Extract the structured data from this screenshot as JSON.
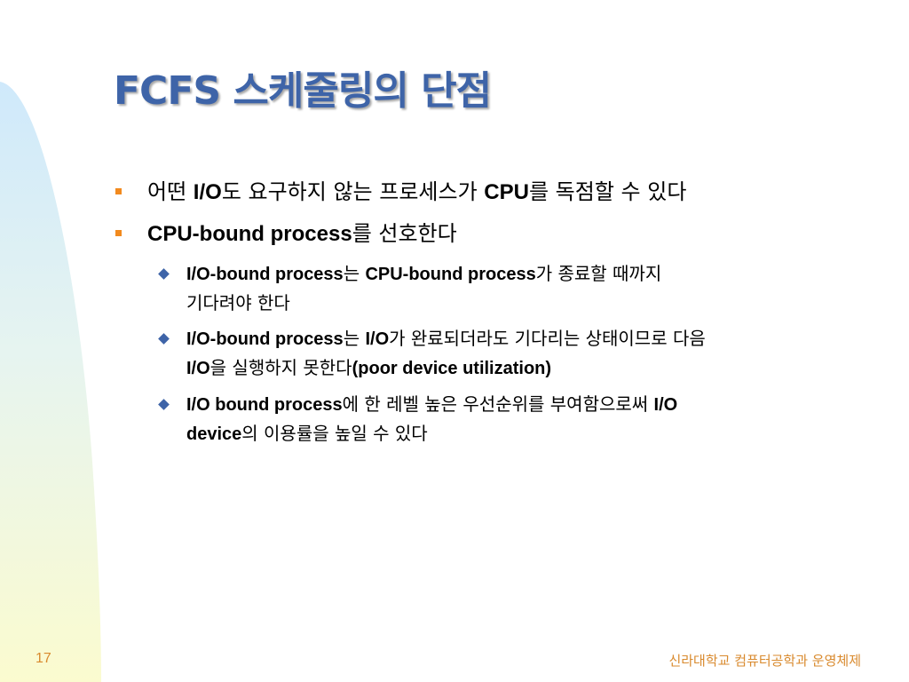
{
  "slide": {
    "title": "FCFS 스케줄링의 단점",
    "page_number": "17",
    "footer": "신라대학교 컴퓨터공학과 운영체제"
  },
  "bullets": [
    {
      "parts": [
        {
          "text": "어떤 ",
          "style": "ko"
        },
        {
          "text": "I/O",
          "style": "en"
        },
        {
          "text": "도 요구하지 않는 프로세스가 ",
          "style": "ko"
        },
        {
          "text": "CPU",
          "style": "en"
        },
        {
          "text": "를 독점할 수 있다",
          "style": "ko"
        }
      ]
    },
    {
      "parts": [
        {
          "text": "CPU-bound process",
          "style": "en"
        },
        {
          "text": "를 선호한다",
          "style": "ko"
        }
      ],
      "sub": [
        {
          "parts": [
            {
              "text": "I/O-bound process",
              "style": "en"
            },
            {
              "text": "는 ",
              "style": "ko"
            },
            {
              "text": "CPU-bound process",
              "style": "en"
            },
            {
              "text": "가 종료할 때까지",
              "style": "ko"
            },
            {
              "text": "\n",
              "style": "br"
            },
            {
              "text": "기다려야 한다",
              "style": "ko"
            }
          ]
        },
        {
          "parts": [
            {
              "text": "I/O-bound process",
              "style": "en"
            },
            {
              "text": "는 ",
              "style": "ko"
            },
            {
              "text": "I/O",
              "style": "en"
            },
            {
              "text": "가 완료되더라도 기다리는 상태이므로 다음",
              "style": "ko"
            },
            {
              "text": "\n",
              "style": "br"
            },
            {
              "text": "I/O",
              "style": "en"
            },
            {
              "text": "을 실행하지 못한다",
              "style": "ko"
            },
            {
              "text": "(poor device utilization)",
              "style": "en"
            }
          ]
        },
        {
          "parts": [
            {
              "text": "I/O bound process",
              "style": "en"
            },
            {
              "text": "에 한 레벨 높은 우선순위를 부여함으로써 ",
              "style": "ko"
            },
            {
              "text": "I/O",
              "style": "en"
            },
            {
              "text": "\n",
              "style": "br"
            },
            {
              "text": "device",
              "style": "en"
            },
            {
              "text": "의 이용률을 높일 수 있다",
              "style": "ko"
            }
          ]
        }
      ]
    }
  ],
  "colors": {
    "title": "#3e64a8",
    "bullet_l1": "#f28a1e",
    "bullet_l2": "#3e64a8",
    "footer": "#d98a2e"
  }
}
